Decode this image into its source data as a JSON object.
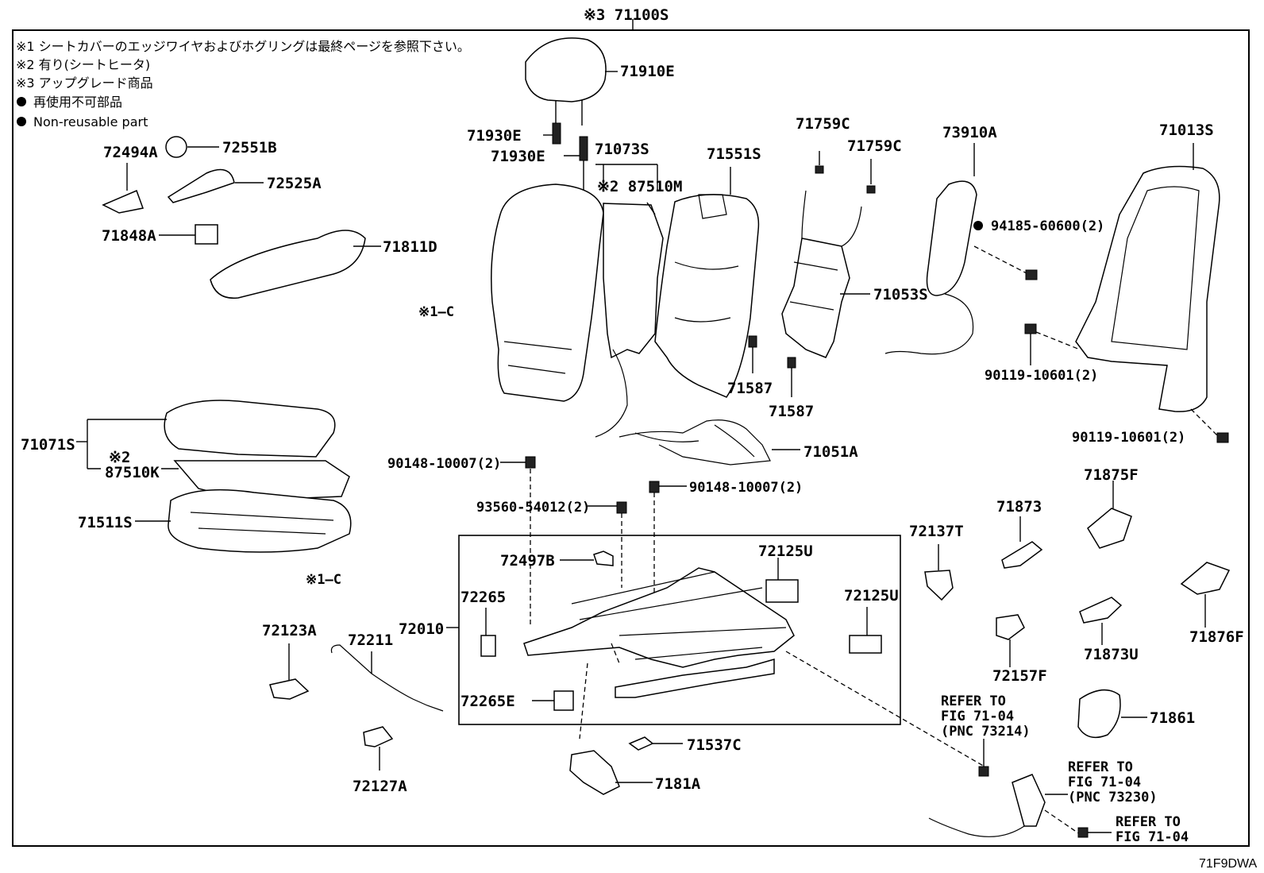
{
  "assembly_label": "※3 71100S",
  "notes": [
    "※1 シートカバーのエッジワイヤおよびホグリングは最終ページを参照下さい。",
    "※2 有り(シートヒータ)",
    "※3 アップグレード商品",
    "再使用不可部品",
    "Non-reusable part"
  ],
  "ref_marks": {
    "c1": "※1—C",
    "c2": "※1—C"
  },
  "parts": {
    "p71910E": "71910E",
    "p71930E_a": "71930E",
    "p71930E_b": "71930E",
    "p71073S": "71073S",
    "p87510M": "※2 87510M",
    "p71551S": "71551S",
    "p71759C_a": "71759C",
    "p71759C_b": "71759C",
    "p73910A": "73910A",
    "p71013S": "71013S",
    "p72494A": "72494A",
    "p72551B": "72551B",
    "p72525A": "72525A",
    "p71848A": "71848A",
    "p71811D": "71811D",
    "p94185": "94185-60600(2)",
    "p71053S": "71053S",
    "p90119_a": "90119-10601(2)",
    "p90119_b": "90119-10601(2)",
    "p71587_a": "71587",
    "p71587_b": "71587",
    "p71071S": "71071S",
    "p87510K_mark": "※2",
    "p87510K": "87510K",
    "p71511S": "71511S",
    "p90148_a": "90148-10007(2)",
    "p90148_b": "90148-10007(2)",
    "p71051A": "71051A",
    "p93560": "93560-54012(2)",
    "p72137T": "72137T",
    "p71873": "71873",
    "p71875F": "71875F",
    "p72497B": "72497B",
    "p72125U_a": "72125U",
    "p72125U_b": "72125U",
    "p72265": "72265",
    "p72010": "72010",
    "p72265E": "72265E",
    "p72123A": "72123A",
    "p72211": "72211",
    "p72127A": "72127A",
    "p71537C": "71537C",
    "p7181A": "7181A",
    "p72157F": "72157F",
    "p71873U": "71873U",
    "p71876F": "71876F",
    "p71861": "71861"
  },
  "refer_blocks": [
    {
      "l1": "REFER TO",
      "l2": "FIG 71-04",
      "l3": "(PNC 73214)"
    },
    {
      "l1": "REFER TO",
      "l2": "FIG 71-04",
      "l3": "(PNC 73230)"
    },
    {
      "l1": "REFER TO",
      "l2": "FIG 71-04"
    }
  ],
  "figure_code": "71F9DWA"
}
